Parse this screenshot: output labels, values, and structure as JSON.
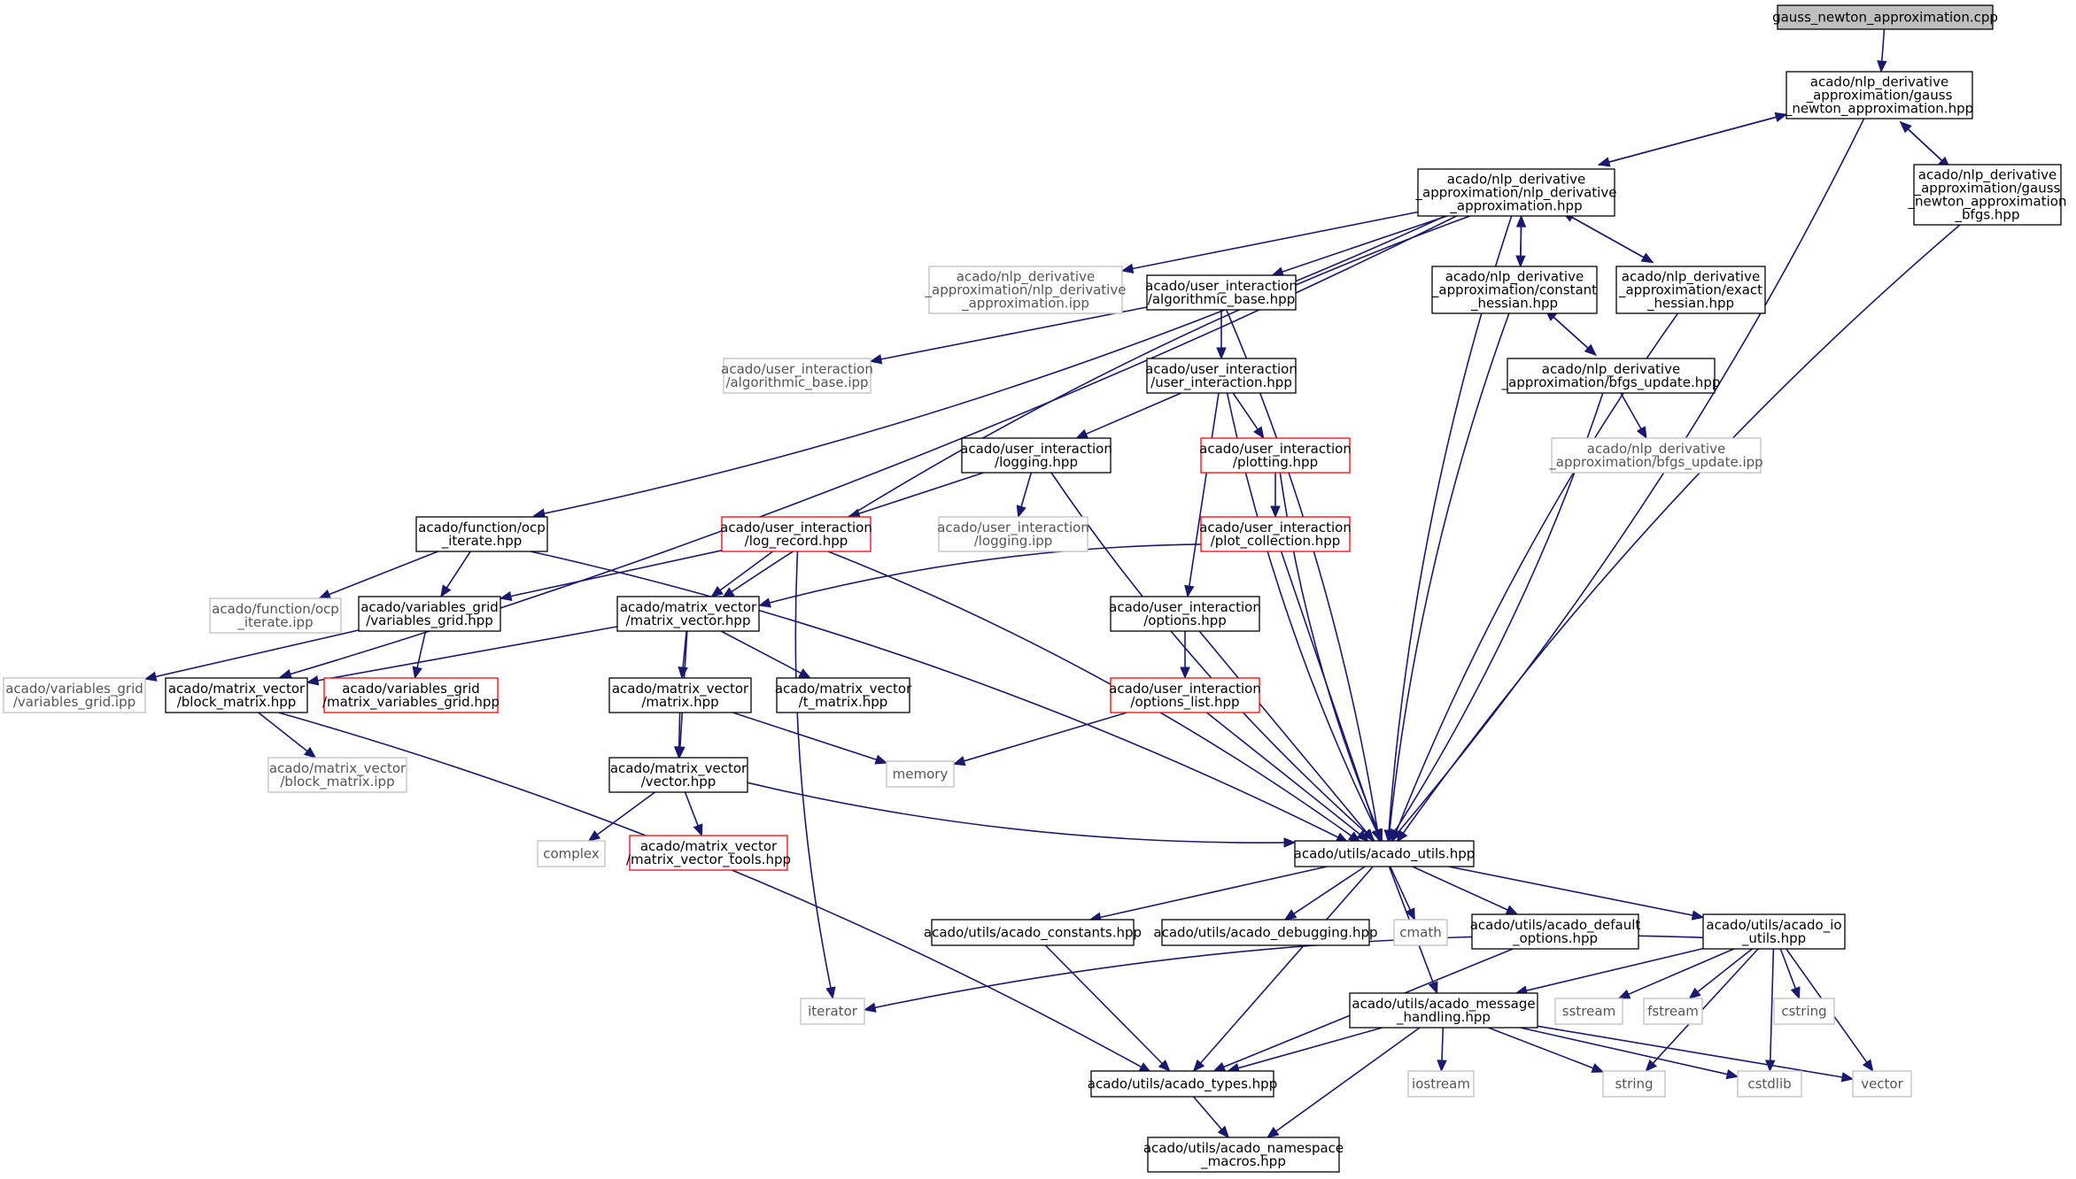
{
  "nodes": [
    {
      "id": "n_root",
      "kind": "root",
      "lines": [
        "gauss_newton_approximation.cpp"
      ]
    },
    {
      "id": "n_gna",
      "kind": "normal",
      "lines": [
        "acado/nlp_derivative",
        "_approximation/gauss",
        "_newton_approximation.hpp"
      ]
    },
    {
      "id": "n_nda",
      "kind": "normal",
      "lines": [
        "acado/nlp_derivative",
        "_approximation/nlp_derivative",
        "_approximation.hpp"
      ]
    },
    {
      "id": "n_gnab",
      "kind": "normal",
      "lines": [
        "acado/nlp_derivative",
        "_approximation/gauss",
        "_newton_approximation",
        "_bfgs.hpp"
      ]
    },
    {
      "id": "n_nda_ipp",
      "kind": "gray",
      "lines": [
        "acado/nlp_derivative",
        "_approximation/nlp_derivative",
        "_approximation.ipp"
      ]
    },
    {
      "id": "n_ab",
      "kind": "normal",
      "lines": [
        "acado/user_interaction",
        "/algorithmic_base.hpp"
      ]
    },
    {
      "id": "n_ch",
      "kind": "normal",
      "lines": [
        "acado/nlp_derivative",
        "_approximation/constant",
        "_hessian.hpp"
      ]
    },
    {
      "id": "n_eh",
      "kind": "normal",
      "lines": [
        "acado/nlp_derivative",
        "_approximation/exact",
        "_hessian.hpp"
      ]
    },
    {
      "id": "n_ab_ipp",
      "kind": "gray",
      "lines": [
        "acado/user_interaction",
        "/algorithmic_base.ipp"
      ]
    },
    {
      "id": "n_ui",
      "kind": "normal",
      "lines": [
        "acado/user_interaction",
        "/user_interaction.hpp"
      ]
    },
    {
      "id": "n_bfgs",
      "kind": "normal",
      "lines": [
        "acado/nlp_derivative",
        "_approximation/bfgs_update.hpp"
      ]
    },
    {
      "id": "n_log",
      "kind": "normal",
      "lines": [
        "acado/user_interaction",
        "/logging.hpp"
      ]
    },
    {
      "id": "n_plot",
      "kind": "red",
      "lines": [
        "acado/user_interaction",
        "/plotting.hpp"
      ]
    },
    {
      "id": "n_bfgs_ipp",
      "kind": "gray",
      "lines": [
        "acado/nlp_derivative",
        "_approximation/bfgs_update.ipp"
      ]
    },
    {
      "id": "n_ocp",
      "kind": "normal",
      "lines": [
        "acado/function/ocp",
        "_iterate.hpp"
      ]
    },
    {
      "id": "n_lr",
      "kind": "red",
      "lines": [
        "acado/user_interaction",
        "/log_record.hpp"
      ]
    },
    {
      "id": "n_log_ipp",
      "kind": "gray",
      "lines": [
        "acado/user_interaction",
        "/logging.ipp"
      ]
    },
    {
      "id": "n_pc",
      "kind": "red",
      "lines": [
        "acado/user_interaction",
        "/plot_collection.hpp"
      ]
    },
    {
      "id": "n_ocp_ipp",
      "kind": "gray",
      "lines": [
        "acado/function/ocp",
        "_iterate.ipp"
      ]
    },
    {
      "id": "n_vg",
      "kind": "normal",
      "lines": [
        "acado/variables_grid",
        "/variables_grid.hpp"
      ]
    },
    {
      "id": "n_mv",
      "kind": "normal",
      "lines": [
        "acado/matrix_vector",
        "/matrix_vector.hpp"
      ]
    },
    {
      "id": "n_opt",
      "kind": "normal",
      "lines": [
        "acado/user_interaction",
        "/options.hpp"
      ]
    },
    {
      "id": "n_vg_ipp",
      "kind": "gray",
      "lines": [
        "acado/variables_grid",
        "/variables_grid.ipp"
      ]
    },
    {
      "id": "n_bm",
      "kind": "normal",
      "lines": [
        "acado/matrix_vector",
        "/block_matrix.hpp"
      ]
    },
    {
      "id": "n_mvg",
      "kind": "red",
      "lines": [
        "acado/variables_grid",
        "/matrix_variables_grid.hpp"
      ]
    },
    {
      "id": "n_mat",
      "kind": "normal",
      "lines": [
        "acado/matrix_vector",
        "/matrix.hpp"
      ]
    },
    {
      "id": "n_tm",
      "kind": "normal",
      "lines": [
        "acado/matrix_vector",
        "/t_matrix.hpp"
      ]
    },
    {
      "id": "n_ol",
      "kind": "red",
      "lines": [
        "acado/user_interaction",
        "/options_list.hpp"
      ]
    },
    {
      "id": "n_bm_ipp",
      "kind": "gray",
      "lines": [
        "acado/matrix_vector",
        "/block_matrix.ipp"
      ]
    },
    {
      "id": "n_vec",
      "kind": "normal",
      "lines": [
        "acado/matrix_vector",
        "/vector.hpp"
      ]
    },
    {
      "id": "n_memory",
      "kind": "gray",
      "lines": [
        "memory"
      ]
    },
    {
      "id": "n_complex",
      "kind": "gray",
      "lines": [
        "complex"
      ]
    },
    {
      "id": "n_mvt",
      "kind": "red",
      "lines": [
        "acado/matrix_vector",
        "/matrix_vector_tools.hpp"
      ]
    },
    {
      "id": "n_au",
      "kind": "normal",
      "lines": [
        "acado/utils/acado_utils.hpp"
      ]
    },
    {
      "id": "n_ac",
      "kind": "normal",
      "lines": [
        "acado/utils/acado_constants.hpp"
      ]
    },
    {
      "id": "n_ad",
      "kind": "normal",
      "lines": [
        "acado/utils/acado_debugging.hpp"
      ]
    },
    {
      "id": "n_cmath",
      "kind": "gray",
      "lines": [
        "cmath"
      ]
    },
    {
      "id": "n_ado",
      "kind": "normal",
      "lines": [
        "acado/utils/acado_default",
        "_options.hpp"
      ]
    },
    {
      "id": "n_aio",
      "kind": "normal",
      "lines": [
        "acado/utils/acado_io",
        "_utils.hpp"
      ]
    },
    {
      "id": "n_iterator",
      "kind": "gray",
      "lines": [
        "iterator"
      ]
    },
    {
      "id": "n_amh",
      "kind": "normal",
      "lines": [
        "acado/utils/acado_message",
        "_handling.hpp"
      ]
    },
    {
      "id": "n_sstream",
      "kind": "gray",
      "lines": [
        "sstream"
      ]
    },
    {
      "id": "n_fstream",
      "kind": "gray",
      "lines": [
        "fstream"
      ]
    },
    {
      "id": "n_cstring",
      "kind": "gray",
      "lines": [
        "cstring"
      ]
    },
    {
      "id": "n_at",
      "kind": "normal",
      "lines": [
        "acado/utils/acado_types.hpp"
      ]
    },
    {
      "id": "n_iostream",
      "kind": "gray",
      "lines": [
        "iostream"
      ]
    },
    {
      "id": "n_string",
      "kind": "gray",
      "lines": [
        "string"
      ]
    },
    {
      "id": "n_cstdlib",
      "kind": "gray",
      "lines": [
        "cstdlib"
      ]
    },
    {
      "id": "n_vector",
      "kind": "gray",
      "lines": [
        "vector"
      ]
    },
    {
      "id": "n_anm",
      "kind": "normal",
      "lines": [
        "acado/utils/acado_namespace",
        "_macros.hpp"
      ]
    }
  ],
  "edges": [
    {
      "from": "n_root",
      "to": "n_gna"
    },
    {
      "from": "n_gna",
      "to": "n_nda"
    },
    {
      "from": "n_gna",
      "to": "n_gnab"
    },
    {
      "from": "n_gna",
      "to": "n_au"
    },
    {
      "from": "n_nda",
      "to": "n_gna"
    },
    {
      "from": "n_nda",
      "to": "n_nda_ipp"
    },
    {
      "from": "n_nda",
      "to": "n_ab"
    },
    {
      "from": "n_nda",
      "to": "n_ch"
    },
    {
      "from": "n_nda",
      "to": "n_eh"
    },
    {
      "from": "n_nda",
      "to": "n_ocp"
    },
    {
      "from": "n_nda",
      "to": "n_mv"
    },
    {
      "from": "n_nda",
      "to": "n_bm"
    },
    {
      "from": "n_nda",
      "to": "n_au"
    },
    {
      "from": "n_gnab",
      "to": "n_gna"
    },
    {
      "from": "n_gnab",
      "to": "n_au"
    },
    {
      "from": "n_ab",
      "to": "n_ab_ipp"
    },
    {
      "from": "n_ab",
      "to": "n_ui"
    },
    {
      "from": "n_ab",
      "to": "n_au"
    },
    {
      "from": "n_ch",
      "to": "n_nda"
    },
    {
      "from": "n_ch",
      "to": "n_bfgs"
    },
    {
      "from": "n_ch",
      "to": "n_au"
    },
    {
      "from": "n_eh",
      "to": "n_nda"
    },
    {
      "from": "n_eh",
      "to": "n_au"
    },
    {
      "from": "n_ui",
      "to": "n_log"
    },
    {
      "from": "n_ui",
      "to": "n_plot"
    },
    {
      "from": "n_ui",
      "to": "n_opt"
    },
    {
      "from": "n_ui",
      "to": "n_au"
    },
    {
      "from": "n_bfgs",
      "to": "n_ch"
    },
    {
      "from": "n_bfgs",
      "to": "n_bfgs_ipp"
    },
    {
      "from": "n_bfgs",
      "to": "n_au"
    },
    {
      "from": "n_log",
      "to": "n_lr"
    },
    {
      "from": "n_log",
      "to": "n_log_ipp"
    },
    {
      "from": "n_log",
      "to": "n_au"
    },
    {
      "from": "n_plot",
      "to": "n_pc"
    },
    {
      "from": "n_plot",
      "to": "n_au"
    },
    {
      "from": "n_ocp",
      "to": "n_ocp_ipp"
    },
    {
      "from": "n_ocp",
      "to": "n_vg"
    },
    {
      "from": "n_ocp",
      "to": "n_au"
    },
    {
      "from": "n_lr",
      "to": "n_vg"
    },
    {
      "from": "n_lr",
      "to": "n_mv"
    },
    {
      "from": "n_lr",
      "to": "n_iterator"
    },
    {
      "from": "n_lr",
      "to": "n_au"
    },
    {
      "from": "n_pc",
      "to": "n_mv"
    },
    {
      "from": "n_pc",
      "to": "n_au"
    },
    {
      "from": "n_vg",
      "to": "n_vg_ipp"
    },
    {
      "from": "n_vg",
      "to": "n_mvg"
    },
    {
      "from": "n_mv",
      "to": "n_bm"
    },
    {
      "from": "n_mv",
      "to": "n_mat"
    },
    {
      "from": "n_mv",
      "to": "n_tm"
    },
    {
      "from": "n_mv",
      "to": "n_vec"
    },
    {
      "from": "n_opt",
      "to": "n_ol"
    },
    {
      "from": "n_opt",
      "to": "n_au"
    },
    {
      "from": "n_bm",
      "to": "n_bm_ipp"
    },
    {
      "from": "n_bm",
      "to": "n_at"
    },
    {
      "from": "n_mat",
      "to": "n_vec"
    },
    {
      "from": "n_mat",
      "to": "n_memory"
    },
    {
      "from": "n_ol",
      "to": "n_memory"
    },
    {
      "from": "n_ol",
      "to": "n_au"
    },
    {
      "from": "n_vec",
      "to": "n_complex"
    },
    {
      "from": "n_vec",
      "to": "n_mvt"
    },
    {
      "from": "n_vec",
      "to": "n_au"
    },
    {
      "from": "n_au",
      "to": "n_ac"
    },
    {
      "from": "n_au",
      "to": "n_ad"
    },
    {
      "from": "n_au",
      "to": "n_cmath"
    },
    {
      "from": "n_au",
      "to": "n_ado"
    },
    {
      "from": "n_au",
      "to": "n_aio"
    },
    {
      "from": "n_au",
      "to": "n_amh"
    },
    {
      "from": "n_au",
      "to": "n_at"
    },
    {
      "from": "n_ac",
      "to": "n_at"
    },
    {
      "from": "n_ado",
      "to": "n_at"
    },
    {
      "from": "n_aio",
      "to": "n_iterator"
    },
    {
      "from": "n_aio",
      "to": "n_amh"
    },
    {
      "from": "n_aio",
      "to": "n_sstream"
    },
    {
      "from": "n_aio",
      "to": "n_fstream"
    },
    {
      "from": "n_aio",
      "to": "n_cstring"
    },
    {
      "from": "n_aio",
      "to": "n_string"
    },
    {
      "from": "n_aio",
      "to": "n_cstdlib"
    },
    {
      "from": "n_aio",
      "to": "n_vector"
    },
    {
      "from": "n_amh",
      "to": "n_at"
    },
    {
      "from": "n_amh",
      "to": "n_iostream"
    },
    {
      "from": "n_amh",
      "to": "n_string"
    },
    {
      "from": "n_amh",
      "to": "n_cstdlib"
    },
    {
      "from": "n_amh",
      "to": "n_vector"
    },
    {
      "from": "n_amh",
      "to": "n_anm"
    },
    {
      "from": "n_at",
      "to": "n_anm"
    }
  ]
}
